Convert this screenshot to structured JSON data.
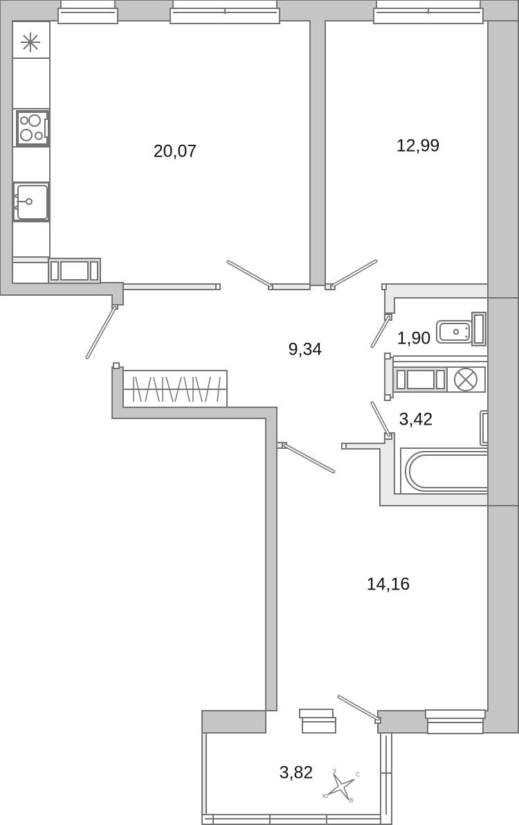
{
  "plan": {
    "type": "apartment-floor-plan",
    "colors": {
      "wall": "#c6c6c6",
      "partition": "#ebebeb",
      "stroke": "#737373",
      "text": "#111111"
    },
    "rooms": [
      {
        "id": "kitchen",
        "area": "20,07"
      },
      {
        "id": "bedroom-1",
        "area": "12,99"
      },
      {
        "id": "hallway",
        "area": "9,34"
      },
      {
        "id": "toilet",
        "area": "1,90"
      },
      {
        "id": "bathroom",
        "area": "3,42"
      },
      {
        "id": "bedroom-2",
        "area": "14,16"
      },
      {
        "id": "balcony",
        "area": "3,82"
      }
    ],
    "compass": {
      "north": "С",
      "south": "Ю",
      "east": "В",
      "west": "З"
    }
  }
}
